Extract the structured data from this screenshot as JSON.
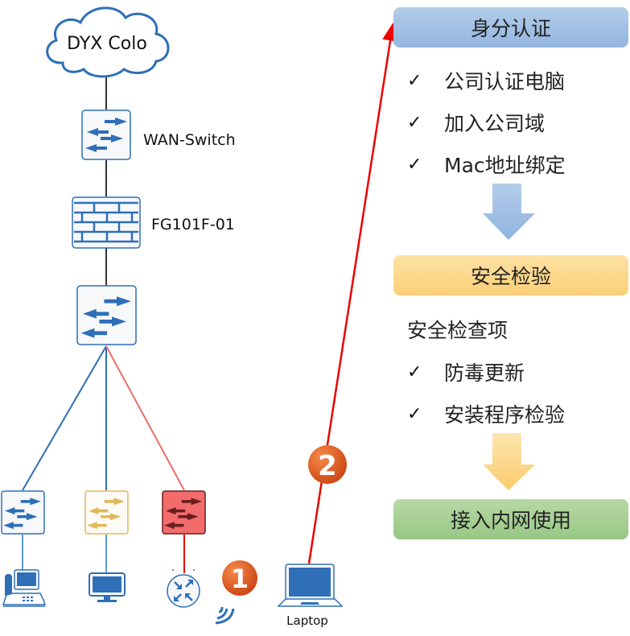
{
  "topology": {
    "cloud": {
      "label": "DYX Colo",
      "icon": "cloud-icon"
    },
    "wan_switch": {
      "label": "WAN-Switch",
      "icon": "switch-icon"
    },
    "firewall": {
      "label": "FG101F-01",
      "icon": "firewall-icon"
    },
    "core_switch": {
      "label": "",
      "icon": "switch-icon"
    },
    "access_switches": [
      {
        "variant": "blue",
        "icon": "switch-icon",
        "endpoint": "ip-phone-icon"
      },
      {
        "variant": "yellow",
        "icon": "switch-icon",
        "endpoint": "monitor-icon"
      },
      {
        "variant": "red",
        "icon": "switch-icon",
        "endpoint": "router-icon"
      }
    ],
    "wireless": {
      "icon": "wireless-signal-icon"
    },
    "laptop": {
      "label": "Laptop",
      "icon": "laptop-icon"
    },
    "badges": [
      {
        "number": "1"
      },
      {
        "number": "2"
      }
    ],
    "colors": {
      "line_dark": "#333333",
      "line_blue": "#2e6fb7",
      "line_pink": "#f06b6b",
      "line_red": "#ee0000",
      "icon_blue": "#2e6fb7",
      "icon_yellow": "#e0b95a",
      "icon_red_fill": "#f26c6c",
      "icon_red_arrow": "#6a1e1e",
      "badge": "#e2581f"
    }
  },
  "flow": {
    "step1": {
      "title": "身分认证",
      "items": [
        "公司认证电脑",
        "加入公司域",
        "Mac地址绑定"
      ]
    },
    "step2": {
      "title": "安全检验",
      "subtitle": "安全检查项",
      "items": [
        "防毒更新",
        "安装程序检验"
      ]
    },
    "step3": {
      "title": "接入内网使用"
    },
    "check_glyph": "✓"
  }
}
